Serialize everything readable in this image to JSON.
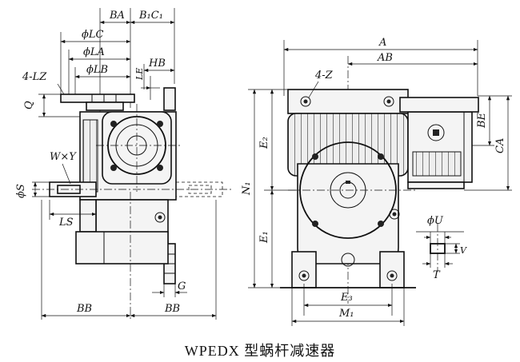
{
  "caption": "WPEDX 型蜗杆减速器",
  "left_view": {
    "labels": {
      "BA": "BA",
      "B1C1": "B₁C₁",
      "phiLC": "ϕLC",
      "phiLA": "ϕLA",
      "phiLB": "ϕLB",
      "fourLZ": "4-LZ",
      "HB": "HB",
      "LE": "LE",
      "Q": "Q",
      "WxY": "W×Y",
      "phiS": "ϕS",
      "LS": "LS",
      "G": "G",
      "BB_left": "BB",
      "BB_right": "BB"
    }
  },
  "right_view": {
    "labels": {
      "A": "A",
      "AB": "AB",
      "fourZ": "4-Z",
      "BE": "BE",
      "CA": "CA",
      "E2": "E₂",
      "N1": "N₁",
      "E1": "E₁",
      "phiU": "ϕU",
      "V": "V",
      "T": "T",
      "E3": "E₃",
      "M1": "M₁"
    }
  }
}
